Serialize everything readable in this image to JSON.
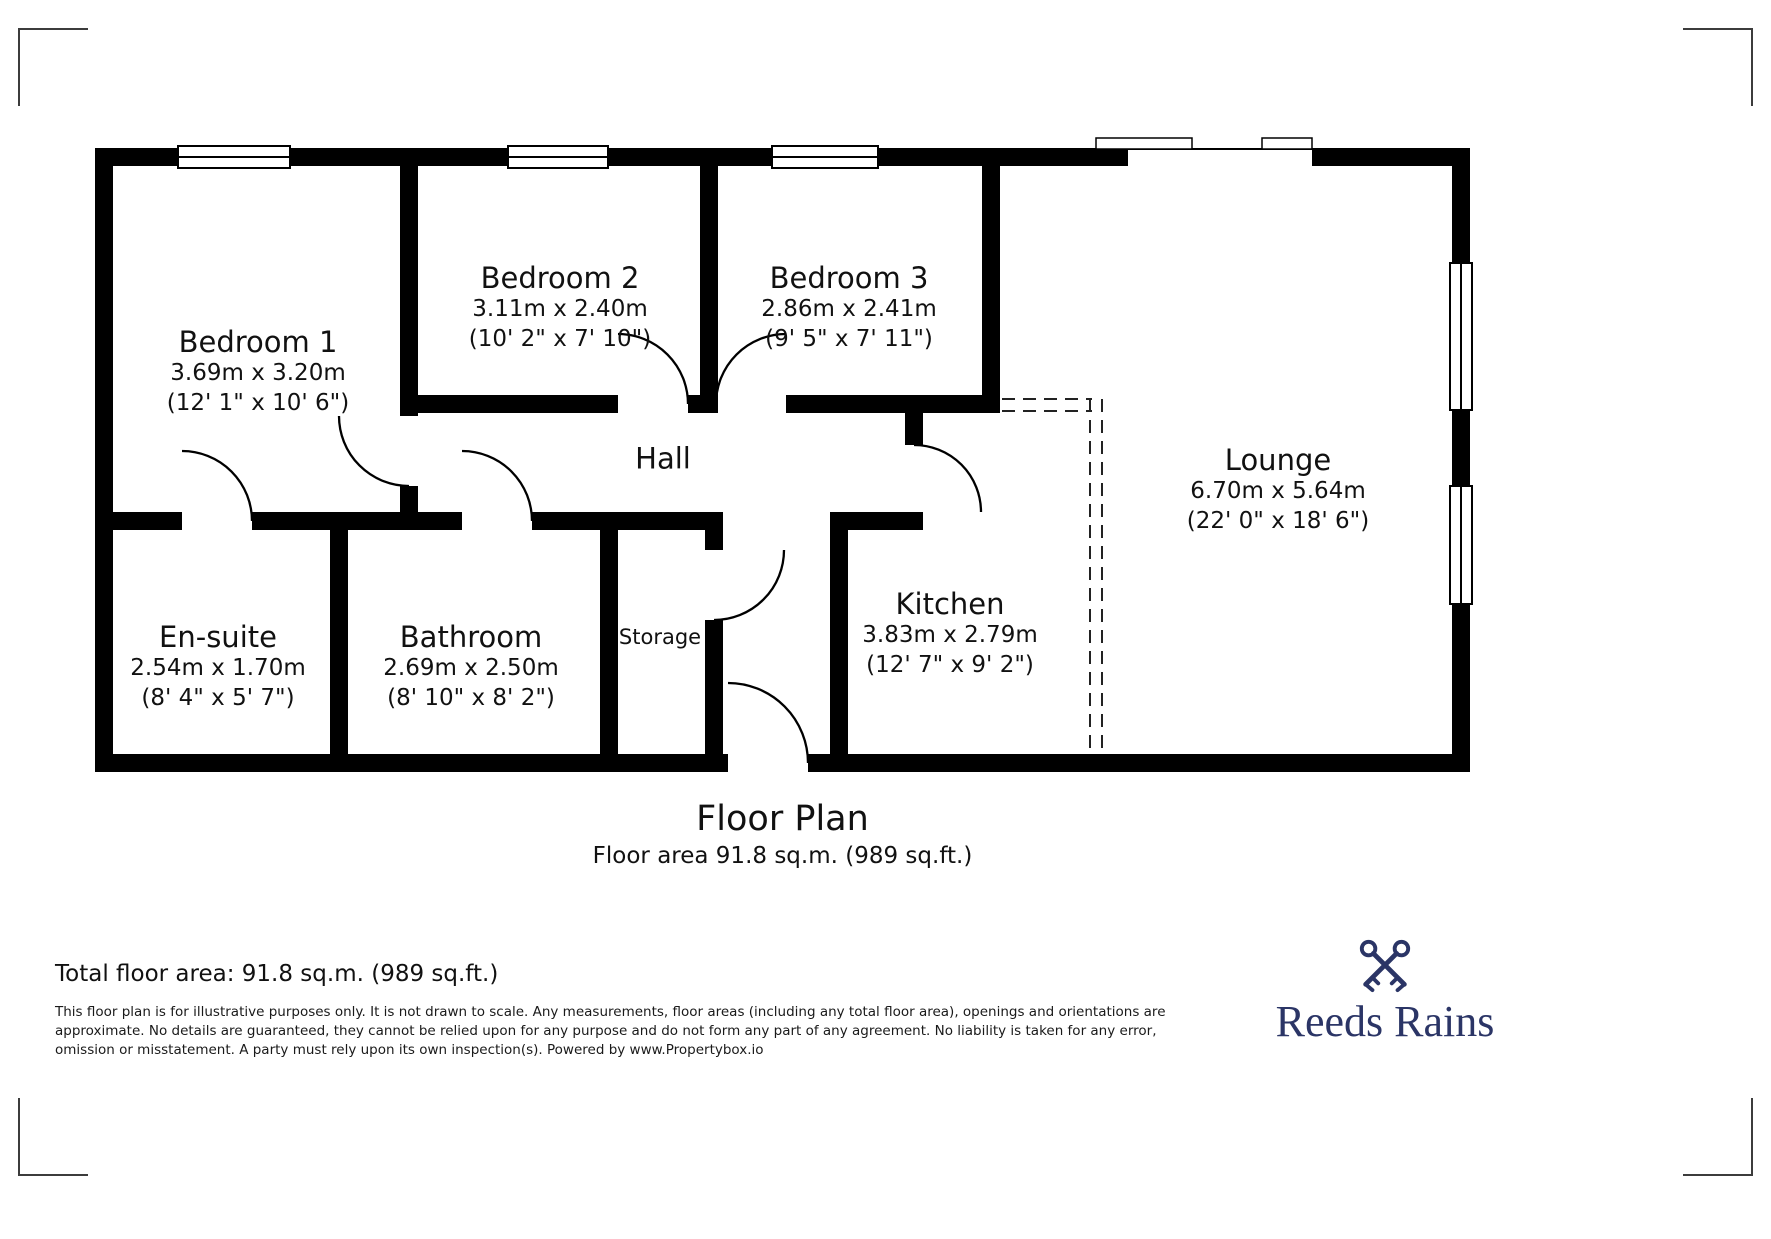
{
  "plan": {
    "title": "Floor Plan",
    "subtitle": "Floor area 91.8 sq.m. (989 sq.ft.)",
    "rooms": {
      "bedroom1": {
        "name": "Bedroom 1",
        "metric": "3.69m x 3.20m",
        "imperial": "(12' 1\" x 10' 6\")"
      },
      "bedroom2": {
        "name": "Bedroom 2",
        "metric": "3.11m x 2.40m",
        "imperial": "(10' 2\" x 7' 10\")"
      },
      "bedroom3": {
        "name": "Bedroom 3",
        "metric": "2.86m x 2.41m",
        "imperial": "(9' 5\" x 7' 11\")"
      },
      "lounge": {
        "name": "Lounge",
        "metric": "6.70m x 5.64m",
        "imperial": "(22' 0\" x 18' 6\")"
      },
      "ensuite": {
        "name": "En-suite",
        "metric": "2.54m x 1.70m",
        "imperial": "(8' 4\" x 5' 7\")"
      },
      "bathroom": {
        "name": "Bathroom",
        "metric": "2.69m x 2.50m",
        "imperial": "(8' 10\" x 8' 2\")"
      },
      "kitchen": {
        "name": "Kitchen",
        "metric": "3.83m x 2.79m",
        "imperial": "(12' 7\" x 9' 2\")"
      },
      "hall": {
        "name": "Hall"
      },
      "storage": {
        "name": "Storage"
      }
    },
    "footer": {
      "total_area": "Total floor area: 91.8 sq.m. (989 sq.ft.)",
      "disclaimer": "This floor plan is for illustrative purposes only. It is not drawn to scale. Any measurements, floor areas (including any total floor area), openings and orientations are approximate. No details are guaranteed, they cannot be relied upon for any purpose and do not form any part of any agreement. No liability is taken for any error, omission or misstatement. A party must rely upon its own inspection(s). Powered by www.Propertybox.io",
      "brand_name": "Reeds Rains",
      "brand_color": "#2b3566",
      "brand_icon": "crossed-keys-icon"
    }
  }
}
